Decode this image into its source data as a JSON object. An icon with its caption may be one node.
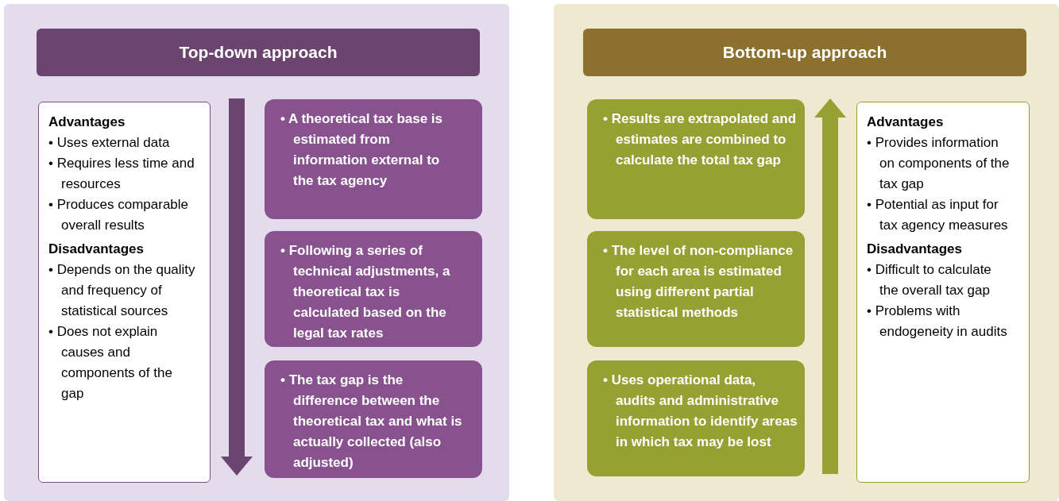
{
  "diagram": {
    "nodes": [
      {
        "text": [],
        "shape": "box"
      },
      {
        "text": [
          "Top-down approach"
        ],
        "in": 0
      },
      {
        "text": [
          "Advantages",
          "• Uses external data",
          "• Requires less time and resources",
          "• Produces comparable overall results",
          "Disadvantages",
          "• Depends on the quality and frequency of statistical sources",
          "• Does not explain causes and components of the gap"
        ],
        "in": 0
      },
      {
        "text": [
          "• A theoretical tax base is estimated from information external to the tax agency"
        ],
        "in": 0
      },
      {
        "text": [
          "• Following a series of technical adjustments, a theoretical tax is calculated based on the legal tax rates"
        ],
        "in": 0
      },
      {
        "text": [
          "• The tax gap is the difference between the theoretical tax and what is actually collected (also adjusted)"
        ],
        "in": 0
      },
      {
        "text": [],
        "shape": "box"
      },
      {
        "text": [
          "Bottom-up approach"
        ],
        "in": 6
      },
      {
        "text": [
          "• Results are extrapolated and estimates are combined to calculate the total tax gap"
        ],
        "in": 6
      },
      {
        "text": [
          "• The level of non-compliance for each area is estimated using different partial statistical methods"
        ],
        "in": 6
      },
      {
        "text": [
          "• Uses operational data, audits and administrative information to identify areas in which tax may be lost"
        ],
        "in": 6
      },
      {
        "text": [
          "Advantages",
          "• Provides information on components of the tax gap",
          "• Potential as input for tax agency measures",
          "Disadvantages",
          "• Difficult to calculate the overall tax gap",
          "• Problems with endogeneity in audits"
        ],
        "in": 6
      }
    ],
    "edges": [
      {
        "from": 3,
        "to": 4,
        "arrow": "to"
      },
      {
        "from": 4,
        "to": 5,
        "arrow": "to"
      },
      {
        "from": 10,
        "to": 9,
        "arrow": "to"
      },
      {
        "from": 9,
        "to": 8,
        "arrow": "to"
      }
    ]
  }
}
